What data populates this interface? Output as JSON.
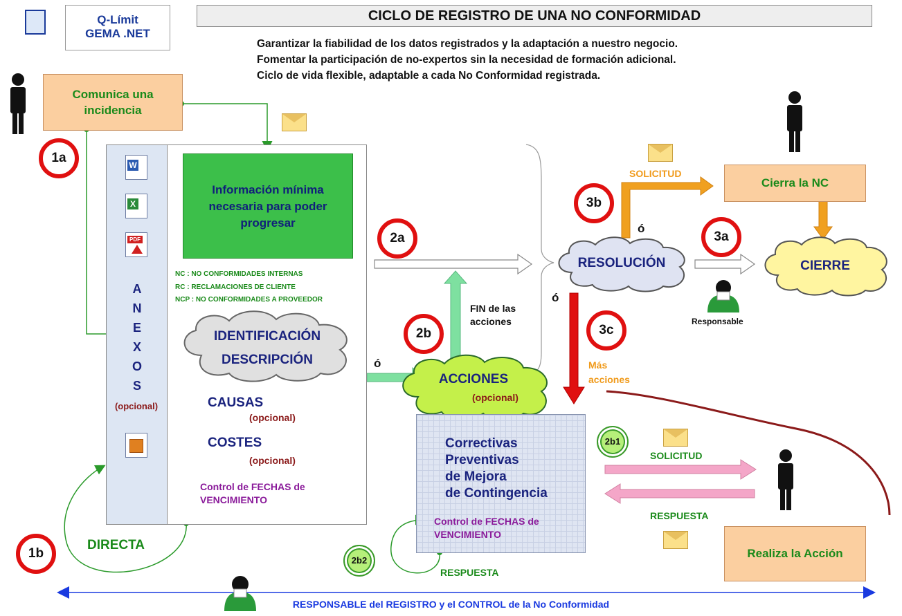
{
  "title": "CICLO DE REGISTRO DE UNA NO CONFORMIDAD",
  "logo": {
    "line1": "Q-Límit",
    "line2": "GEMA .NET"
  },
  "goals": [
    "Garantizar la fiabilidad de los datos registrados y la adaptación a nuestro negocio.",
    "Fomentar la participación de no-expertos sin la necesidad de formación adicional.",
    "Ciclo de vida flexible, adaptable a cada No Conformidad registrada."
  ],
  "comunica": {
    "line1": "Comunica una",
    "line2": "incidencia"
  },
  "badges": {
    "b1a": "1a",
    "b1b": "1b",
    "b2a": "2a",
    "b2b": "2b",
    "b3a": "3a",
    "b3b": "3b",
    "b3c": "3c",
    "b2b1": "2b1",
    "b2b2": "2b2"
  },
  "info_minima": {
    "line1": "Información mínima",
    "line2": "necesaria para poder",
    "line3": "progresar"
  },
  "legend": [
    "NC : NO CONFORMIDADES INTERNAS",
    "RC : RECLAMACIONES DE CLIENTE",
    "NCP : NO CONFORMIDADES A PROVEEDOR"
  ],
  "anexos": {
    "letters": [
      "A",
      "N",
      "E",
      "X",
      "O",
      "S"
    ],
    "opcional": "(opcional)"
  },
  "identificacion": {
    "line1": "IDENTIFICACIÓN",
    "line2": "DESCRIPCIÓN"
  },
  "causas": {
    "label": "CAUSAS",
    "opcional": "(opcional)"
  },
  "costes": {
    "label": "COSTES",
    "opcional": "(opcional)"
  },
  "control_fechas_1": {
    "line1": "Control de FECHAS de",
    "line2": "VENCIMIENTO"
  },
  "directa": "DIRECTA",
  "acciones": {
    "label": "ACCIONES",
    "opcional": "(opcional)"
  },
  "fin_acciones": {
    "line1": "FIN de las",
    "line2": "acciones"
  },
  "o_label": "ó",
  "resolucion": "RESOLUCIÓN",
  "solicitud": "SOLICITUD",
  "cierra_nc": "Cierra la NC",
  "cierre": "CIERRE",
  "responsable": "Responsable",
  "mas_acciones": {
    "line1": "Más",
    "line2": "acciones"
  },
  "correctivas": {
    "line1": "Correctivas",
    "line2": "Preventivas",
    "line3": "de Mejora",
    "line4": "de Contingencia"
  },
  "control_fechas_2": {
    "line1": "Control de FECHAS de",
    "line2": "VENCIMIENTO"
  },
  "respuesta": "RESPUESTA",
  "realiza_accion": "Realiza la Acción",
  "footer": "RESPONSABLE del REGISTRO y el CONTROL de la No Conformidad",
  "colors": {
    "badge_red": "#e01010",
    "green_info": "#3cbf4a",
    "orange_box": "#fbcfa0",
    "navy": "#1a237e",
    "arrow_orange": "#f0a020",
    "arrow_red": "#e01010",
    "arrow_pink": "#f4a6c8",
    "arrow_mint": "#7ee0a0",
    "footer_blue": "#1a3ae0"
  },
  "icons": [
    "person-icon",
    "envelope-icon",
    "word-doc-icon",
    "excel-doc-icon",
    "pdf-doc-icon",
    "image-doc-icon",
    "user-avatar-icon"
  ]
}
